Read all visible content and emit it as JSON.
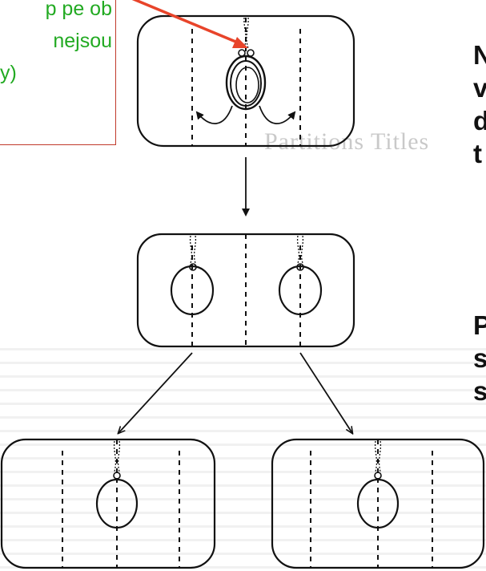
{
  "callout": {
    "lines": [
      "p pe ob",
      "nejsou",
      "y)"
    ],
    "border_color": "#c0392b",
    "text_color": "#22aa22",
    "arrow_color": "#e8442a"
  },
  "right_text": {
    "block1": [
      "N",
      "v",
      "d",
      "t"
    ],
    "block2": [
      "P",
      "s",
      "s"
    ]
  },
  "background_title": "Partitions Titles"
}
